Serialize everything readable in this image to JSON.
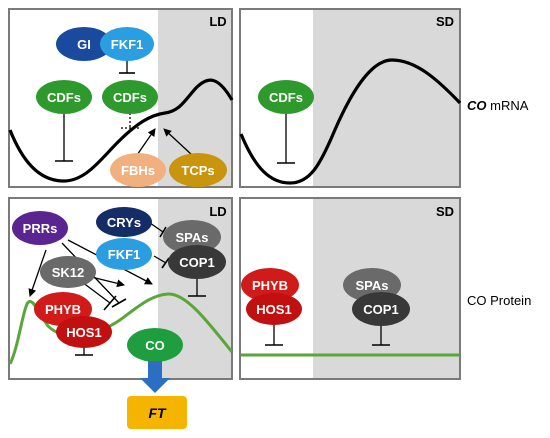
{
  "panels": {
    "ld_top_tag": "LD",
    "sd_top_tag": "SD",
    "ld_bottom_tag": "LD",
    "sd_bottom_tag": "SD"
  },
  "row_labels": {
    "mrna_italic": "CO",
    "mrna_rest": " mRNA",
    "protein": "CO Protein"
  },
  "nodes": {
    "gi": "GI",
    "fkf1_top": "FKF1",
    "cdfs_left": "CDFs",
    "cdfs_mid": "CDFs",
    "fbhs": "FBHs",
    "tcps": "TCPs",
    "cdfs_sd": "CDFs",
    "prrs": "PRRs",
    "crys": "CRYs",
    "fkf1_bottom": "FKF1",
    "spas_ld": "SPAs",
    "cop1_ld": "COP1",
    "sk12": "SK12",
    "phyb_ld": "PHYB",
    "hos1_ld": "HOS1",
    "co": "CO",
    "phyb_sd": "PHYB",
    "hos1_sd": "HOS1",
    "spas_sd": "SPAs",
    "cop1_sd": "COP1",
    "ft": "FT"
  },
  "colors": {
    "panel_border": "#7a7a7a",
    "night_shade": "#d9d9d9",
    "gi": "#1a4a9e",
    "fkf1": "#2a9ee0",
    "cdfs": "#2e9a2e",
    "fbhs": "#f2b07e",
    "tcps": "#c8950c",
    "prrs": "#5a2590",
    "crys": "#152d66",
    "spas": "#6a6a6a",
    "cop1": "#383838",
    "phyb": "#d11a1a",
    "hos1": "#c01010",
    "co": "#1e9e3e",
    "protein_curve": "#5aa63a",
    "co_to_ft_arrow": "#2c6fc2",
    "ft_box": "#f4b400"
  }
}
